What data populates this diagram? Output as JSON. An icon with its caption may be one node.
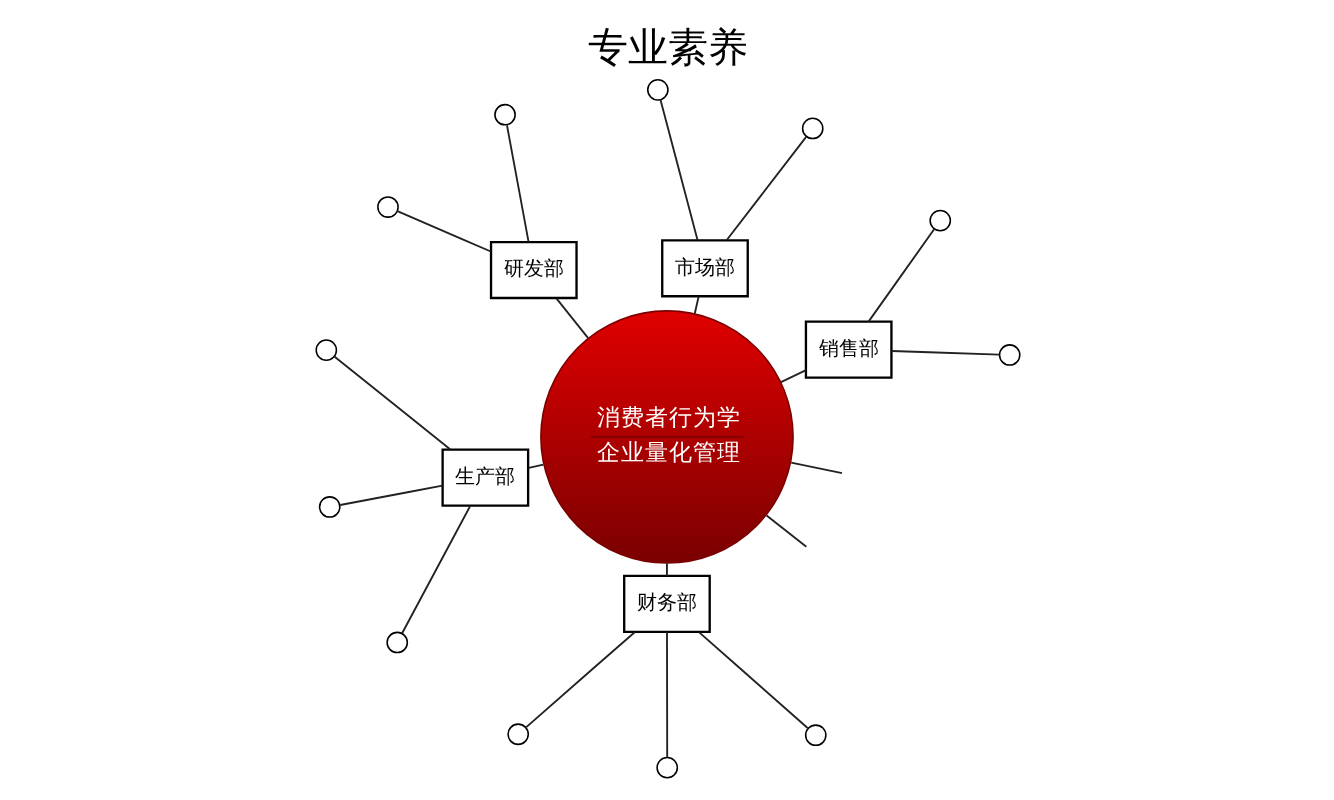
{
  "diagram": {
    "title": "专业素养",
    "nodes": [
      {
        "text": [
          "消费者行为学",
          "企业量化管理"
        ]
      },
      {
        "text": [
          "销售部"
        ]
      },
      {
        "text": [
          "市场部"
        ]
      },
      {
        "text": [
          "研发部"
        ]
      },
      {
        "text": [
          "生产部"
        ]
      },
      {
        "text": [
          "财务部"
        ]
      },
      {
        "text": [],
        "shape": "circle"
      },
      {
        "text": [],
        "shape": "circle"
      },
      {
        "text": [],
        "shape": "circle"
      },
      {
        "text": [],
        "shape": "circle"
      },
      {
        "text": [],
        "shape": "circle"
      },
      {
        "text": [],
        "shape": "circle"
      },
      {
        "text": [],
        "shape": "circle"
      },
      {
        "text": [],
        "shape": "circle"
      },
      {
        "text": [],
        "shape": "circle"
      },
      {
        "text": [],
        "shape": "circle"
      },
      {
        "text": [],
        "shape": "circle"
      },
      {
        "text": [],
        "shape": "circle"
      }
    ],
    "edges": [
      {
        "from": 0,
        "to": 1,
        "arrow": "none"
      },
      {
        "from": 0,
        "to": 3,
        "arrow": "none"
      },
      {
        "from": 0,
        "to": 4,
        "arrow": "none"
      },
      {
        "from": 0,
        "to": 5,
        "arrow": "none"
      },
      {
        "from": 0,
        "to": 2,
        "arrow": "none"
      },
      {
        "from": 0,
        "to": null,
        "arrow": "none"
      },
      {
        "from": 0,
        "to": null,
        "arrow": "none"
      },
      {
        "from": 1,
        "to": 6,
        "arrow": "none"
      },
      {
        "from": 1,
        "to": 7,
        "arrow": "none"
      },
      {
        "from": 2,
        "to": 8,
        "arrow": "none"
      },
      {
        "from": 2,
        "to": 9,
        "arrow": "none"
      },
      {
        "from": 3,
        "to": 10,
        "arrow": "none"
      },
      {
        "from": 3,
        "to": 11,
        "arrow": "none"
      },
      {
        "from": 4,
        "to": 12,
        "arrow": "none"
      },
      {
        "from": 4,
        "to": 13,
        "arrow": "none"
      },
      {
        "from": 4,
        "to": 14,
        "arrow": "none"
      },
      {
        "from": 5,
        "to": 15,
        "arrow": "none"
      },
      {
        "from": 5,
        "to": 16,
        "arrow": "none"
      },
      {
        "from": 5,
        "to": 17,
        "arrow": "none"
      }
    ]
  }
}
